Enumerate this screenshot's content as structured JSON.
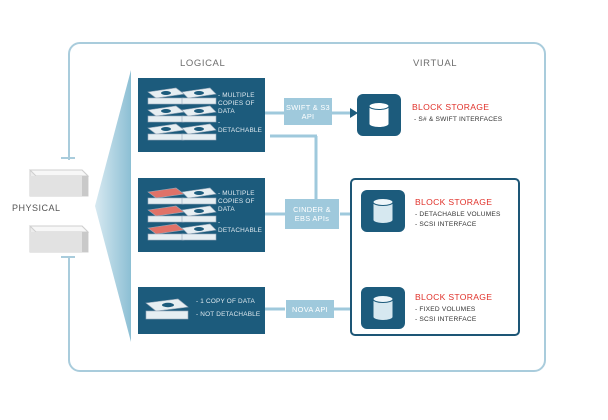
{
  "headers": {
    "logical": "LOGICAL",
    "virtual": "VIRTUAL"
  },
  "physical_label": "PHYSICAL",
  "logical_boxes": [
    {
      "lines": [
        "- MULTIPLE",
        "COPIES OF",
        "DATA",
        "- DETACHABLE"
      ]
    },
    {
      "lines": [
        "- MULTIPLE",
        "COPIES OF",
        "DATA",
        "- DETACHABLE"
      ]
    },
    {
      "lines": [
        "- 1 COPY OF DATA",
        "- NOT DETACHABLE"
      ]
    }
  ],
  "apis": [
    {
      "lines": [
        "SWIFT & S3",
        "API"
      ]
    },
    {
      "lines": [
        "CINDER &",
        "EBS APIs"
      ]
    },
    {
      "lines": [
        "NOVA API"
      ]
    }
  ],
  "storage": [
    {
      "title": "BLOCK STORAGE",
      "lines": [
        "- S# & SWIFT INTERFACES"
      ]
    },
    {
      "title": "BLOCK STORAGE",
      "lines": [
        "- DETACHABLE VOLUMES",
        "- SCSI INTERFACE"
      ]
    },
    {
      "title": "BLOCK STORAGE",
      "lines": [
        "- FIXED VOLUMES",
        "- SCSI INTERFACE"
      ]
    }
  ],
  "colors": {
    "dark_blue": "#1c5b7c",
    "light_blue": "#9fc9dc",
    "frame": "#a9ccdc",
    "red": "#e0312a"
  }
}
